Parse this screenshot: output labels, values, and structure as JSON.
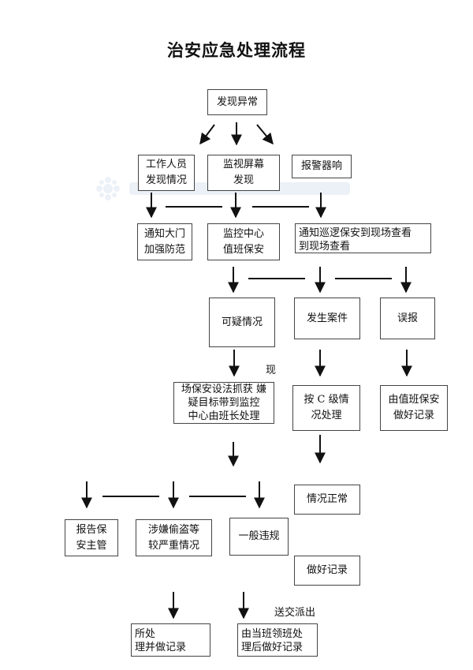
{
  "title": "治安应急处理流程",
  "boxes": {
    "discover": "发现异常",
    "staff_1": "工作人员",
    "staff_2": "发现情况",
    "monitor_1": "监视屏幕",
    "monitor_2": "发现",
    "alarm": "报警器响",
    "notify_gate_1": "通知大门",
    "notify_gate_2": "加强防范",
    "control_1": "监控中心",
    "control_2": "值班保安",
    "patrol_1": "通知巡逻保安到现场查看",
    "patrol_2": "到现场查看",
    "suspicious": "可疑情况",
    "case": "发生案件",
    "false_alarm": "误报",
    "arrest_1": "场保安设法抓获  嫌",
    "arrest_2": "疑目标带到监控",
    "arrest_3": "中心由班长处理",
    "grade_c_1": "按 C 级情",
    "grade_c_2": "况处理",
    "duty_record_1": "由值班保安",
    "duty_record_2": "做好记录",
    "normal": "情况正常",
    "report_1": "报告保",
    "report_2": "安主管",
    "theft_1": "涉嫌偷盗等",
    "theft_2": "较严重情况",
    "minor": "一般违规",
    "record": "做好记录",
    "station_1": "所处",
    "station_2": "理并做记录",
    "leader_1": "由当班领班处",
    "leader_2": "理后做好记录"
  },
  "notes": {
    "xian": "现",
    "send_station": "送交派出"
  }
}
